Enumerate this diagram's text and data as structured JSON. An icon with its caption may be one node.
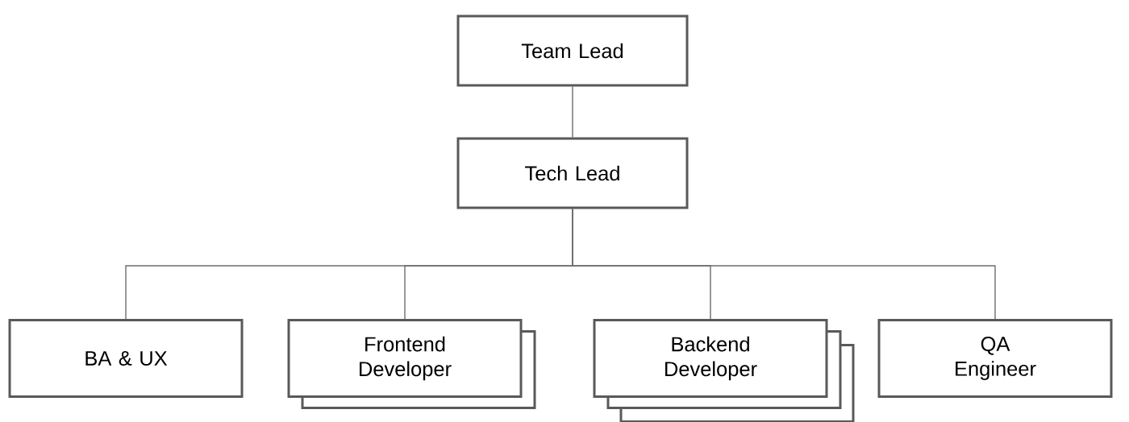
{
  "diagram": {
    "nodes": [
      {
        "text": [
          "Team Lead"
        ]
      },
      {
        "text": [
          "Tech Lead"
        ]
      },
      {
        "text": [
          "BA & UX"
        ]
      },
      {
        "text": [
          "Frontend Developer"
        ]
      },
      {
        "text": [
          "Backend Developer"
        ]
      },
      {
        "text": [
          "QA Engineer"
        ]
      }
    ],
    "edges": [
      {
        "from": 0,
        "to": 1,
        "arrow": "none"
      },
      {
        "from": 1,
        "to": 2,
        "arrow": "none"
      },
      {
        "from": 1,
        "to": 3,
        "arrow": "none"
      },
      {
        "from": 1,
        "to": 4,
        "arrow": "none"
      },
      {
        "from": 1,
        "to": 5,
        "arrow": "none"
      }
    ]
  }
}
